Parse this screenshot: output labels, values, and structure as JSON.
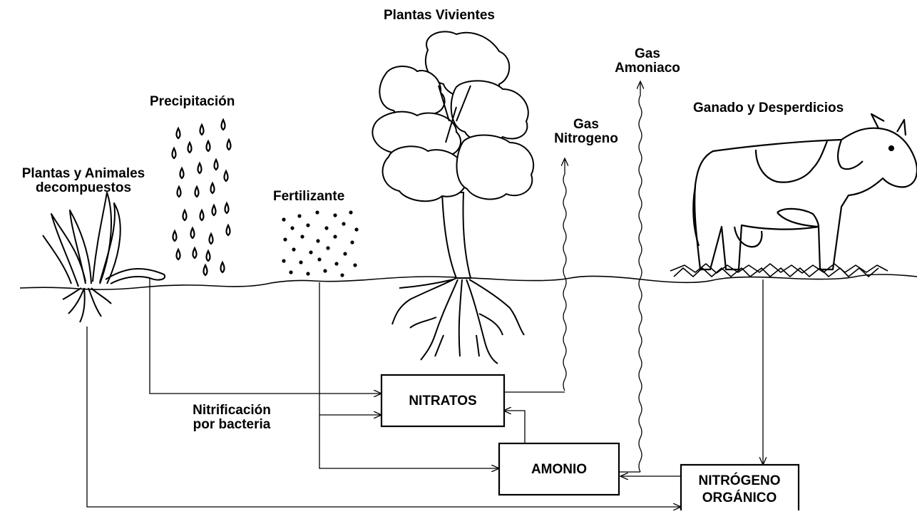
{
  "labels": {
    "plantas_vivientes": "Plantas Vivientes",
    "gas_amoniaco_l1": "Gas",
    "gas_amoniaco_l2": "Amoniaco",
    "precipitacion": "Precipitación",
    "gas_nitrogeno_l1": "Gas",
    "gas_nitrogeno_l2": "Nitrogeno",
    "ganado": "Ganado y Desperdicios",
    "plantas_animales_l1": "Plantas y Animales",
    "plantas_animales_l2": "decompuestos",
    "fertilizante": "Fertilizante",
    "nitrificacion_l1": "Nitrificación",
    "nitrificacion_l2": "por bacteria"
  },
  "boxes": {
    "nitratos": "NITRATOS",
    "amonio": "AMONIO",
    "nitrogeno_organico_l1": "NITRÓGENO",
    "nitrogeno_organico_l2": "ORGÁNICO"
  }
}
